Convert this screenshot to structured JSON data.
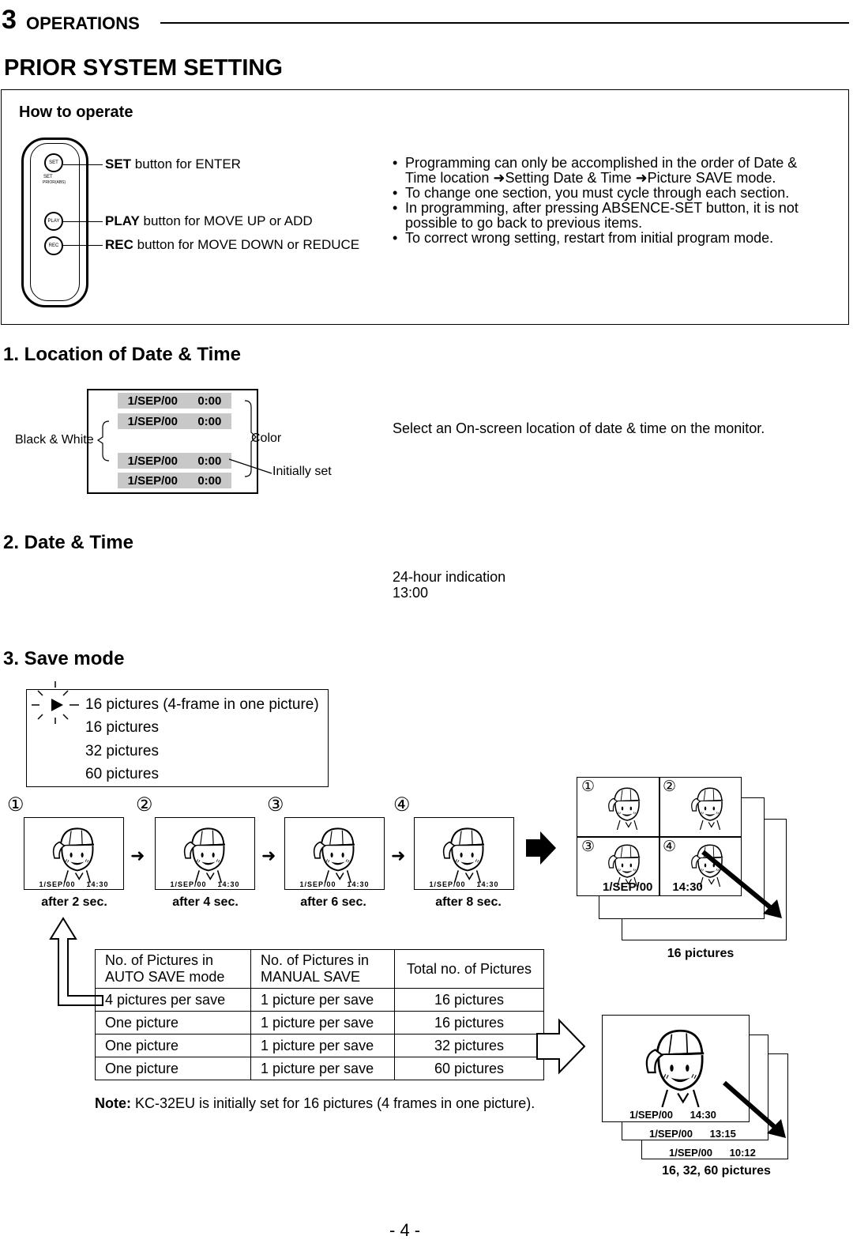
{
  "header": {
    "chapter_number": "3",
    "chapter_title": "OPERATIONS"
  },
  "page_title": "PRIOR SYSTEM SETTING",
  "how_to": {
    "title": "How to operate",
    "remote_labels": {
      "set": "SET",
      "play": "PLAY",
      "rec": "REC",
      "set_sub": "SET",
      "prog": "PRIOR(ABS)"
    },
    "callouts": [
      {
        "key": "SET",
        "text": " button for ENTER"
      },
      {
        "key": "PLAY",
        "text": " button for MOVE UP or ADD"
      },
      {
        "key": "REC",
        "text": " button for MOVE DOWN or REDUCE"
      }
    ],
    "bullets": {
      "b1_part1": "Programming can only be accomplished in the order of Date &",
      "b1_part2a": "Time location",
      "b1_part2b": "Setting Date & Time",
      "b1_part2c": "Picture SAVE mode.",
      "b2": "To change one section, you must cycle through each section.",
      "b3": "In programming, after pressing ABSENCE-SET button, it is not possible to go back to previous items.",
      "b4": "To correct wrong setting, restart from initial program mode."
    }
  },
  "section1": {
    "heading": "1.  Location of Date & Time",
    "date": "1/SEP/00",
    "time": "0:00",
    "label_bw": "Black & White",
    "label_color": "Color",
    "label_initial": "Initially set",
    "description": "Select an On-screen location of date & time on the monitor."
  },
  "section2": {
    "heading": "2.  Date & Time",
    "line1": "24-hour indication",
    "line2": "13:00"
  },
  "section3": {
    "heading": "3.  Save mode",
    "options": [
      "16 pictures (4-frame in one picture)",
      "16 pictures",
      "32 pictures",
      "60 pictures"
    ],
    "steps": [
      {
        "num": "①",
        "caption": "after 2 sec.",
        "date": "1/SEP/00",
        "time": "14:30"
      },
      {
        "num": "②",
        "caption": "after 4 sec.",
        "date": "1/SEP/00",
        "time": "14:30"
      },
      {
        "num": "③",
        "caption": "after 6 sec.",
        "date": "1/SEP/00",
        "time": "14:30"
      },
      {
        "num": "④",
        "caption": "after 8 sec.",
        "date": "1/SEP/00",
        "time": "14:30"
      }
    ],
    "quad": {
      "nums": [
        "①",
        "②",
        "③",
        "④"
      ],
      "date": "1/SEP/00",
      "time": "14:30",
      "caption": "16 pictures"
    },
    "table": {
      "headers": [
        [
          "No. of Pictures in",
          "AUTO SAVE mode"
        ],
        [
          "No. of Pictures in",
          "MANUAL SAVE"
        ],
        [
          "Total no. of Pictures"
        ]
      ],
      "rows": [
        [
          "4 pictures per save",
          "1 picture per save",
          "16 pictures"
        ],
        [
          "One picture",
          "1 picture per save",
          "16 pictures"
        ],
        [
          "One picture",
          "1 picture per save",
          "32 pictures"
        ],
        [
          "One picture",
          "1 picture per save",
          "60 pictures"
        ]
      ]
    },
    "single": {
      "stamps": [
        {
          "date": "1/SEP/00",
          "time": "14:30"
        },
        {
          "date": "1/SEP/00",
          "time": "13:15"
        },
        {
          "date": "1/SEP/00",
          "time": "10:12"
        }
      ],
      "caption": "16, 32, 60 pictures"
    },
    "note_label": "Note:",
    "note_text": " KC-32EU is initially set for 16 pictures (4 frames in one picture)."
  },
  "page_number": "- 4 -"
}
